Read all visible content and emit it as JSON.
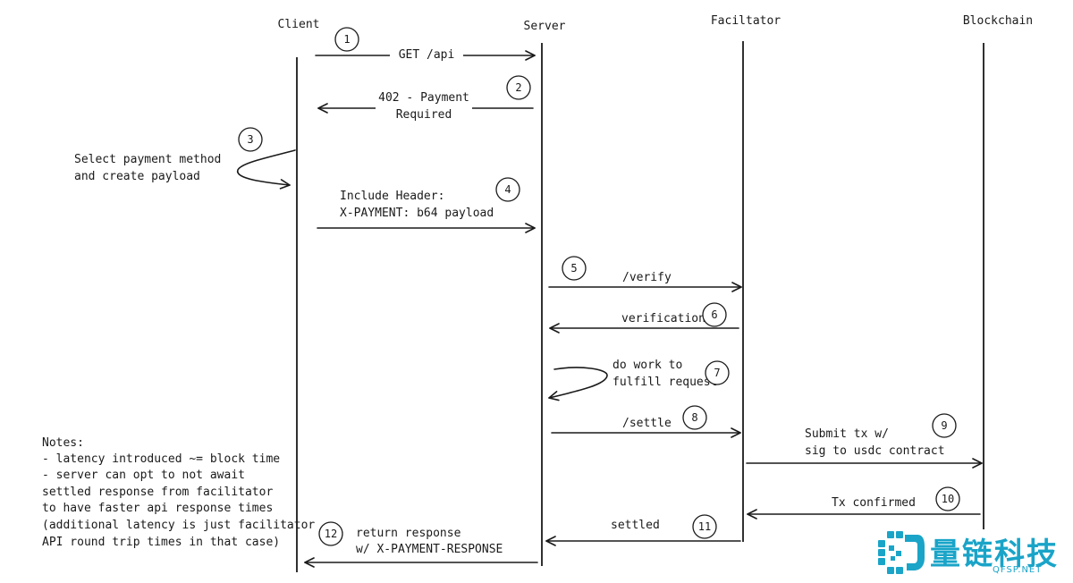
{
  "actors": {
    "client": "Client",
    "server": "Server",
    "facilitator": "Faciltator",
    "blockchain": "Blockchain"
  },
  "steps": [
    {
      "num": "1",
      "lines": [
        "GET /api"
      ]
    },
    {
      "num": "2",
      "lines": [
        "402 - Payment",
        "Required"
      ]
    },
    {
      "num": "3",
      "lines": [
        "Select payment method",
        "and create payload"
      ]
    },
    {
      "num": "4",
      "lines": [
        "Include Header:",
        "X-PAYMENT: b64 payload"
      ]
    },
    {
      "num": "5",
      "lines": [
        "/verify"
      ]
    },
    {
      "num": "6",
      "lines": [
        "verification"
      ]
    },
    {
      "num": "7",
      "lines": [
        "do work to",
        "fulfill request"
      ]
    },
    {
      "num": "8",
      "lines": [
        "/settle"
      ]
    },
    {
      "num": "9",
      "lines": [
        "Submit tx w/",
        "sig to usdc contract"
      ]
    },
    {
      "num": "10",
      "lines": [
        "Tx confirmed"
      ]
    },
    {
      "num": "11",
      "lines": [
        "settled"
      ]
    },
    {
      "num": "12",
      "lines": [
        "return response",
        "w/ X-PAYMENT-RESPONSE"
      ]
    }
  ],
  "notes": {
    "lines": [
      "Notes:",
      "- latency introduced ~= block time",
      "- server can opt to not await",
      "settled response from facilitator",
      "to have faster api response times",
      "(additional latency is just facilitator",
      "API round trip times in that case)"
    ]
  },
  "watermark": {
    "name": "量链科技",
    "domain": "QFSP.NET",
    "color": "#1aa4c8"
  }
}
